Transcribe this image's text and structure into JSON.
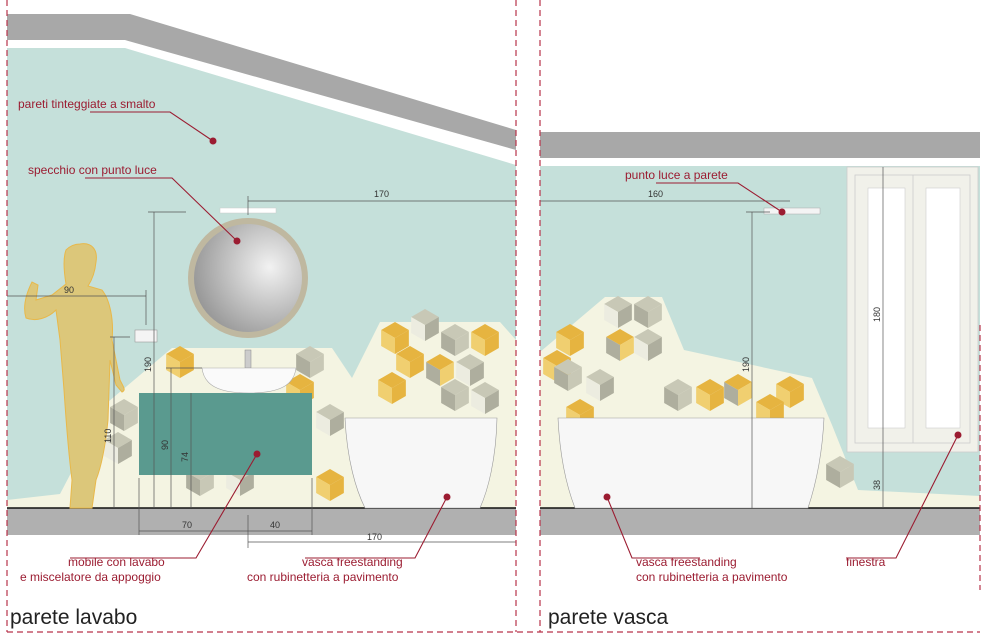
{
  "colors": {
    "wall": "#c5e0da",
    "floor": "#b0b0b0",
    "roof": "#a8a8a8",
    "accent": "#9b1c31",
    "cabinet": "#5a9a8f",
    "tile_cream": "#f4f4e2",
    "tile_yellow": "#e6b440",
    "tile_yellow_light": "#f0cf70",
    "tile_grey": "#c8c8b6",
    "tile_grey_dark": "#aeae9e",
    "person": "#dcc77a"
  },
  "panels": [
    {
      "title": "parete lavabo",
      "labels": {
        "walls": "pareti tinteggiate a smalto",
        "mirror": "specchio con punto luce",
        "cabinet_1": "mobile con lavabo",
        "cabinet_2": "e miscelatore da appoggio",
        "tub_1": "vasca freestanding",
        "tub_2": "con rubinetteria a pavimento"
      },
      "dims": {
        "mirror_offset": "170",
        "person_width": "90",
        "light_height": "190",
        "switch_height": "110",
        "basin_height": "90",
        "cabinet_height": "74",
        "cabinet_left": "70",
        "cabinet_right": "40",
        "tub_offset": "170"
      }
    },
    {
      "title": "parete vasca",
      "labels": {
        "light": "punto luce a parete",
        "tub_1": "vasca freestanding",
        "tub_2": "con rubinetteria a pavimento",
        "window": "finestra"
      },
      "dims": {
        "light_offset": "160",
        "light_height": "190",
        "window_height": "180",
        "sill_height": "38"
      }
    }
  ]
}
